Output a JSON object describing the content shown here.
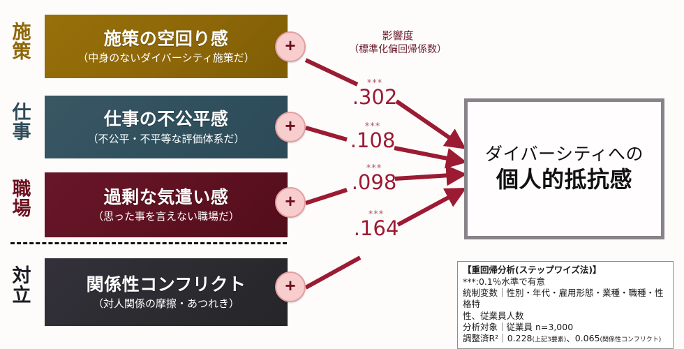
{
  "diagram": {
    "influence_header": {
      "title": "影響度",
      "subtitle": "（標準化偏回帰係数）"
    },
    "categories": [
      {
        "label": "施\n策",
        "color": "#8d6708"
      },
      {
        "label": "仕\n事",
        "color": "#2f4a58"
      },
      {
        "label": "職\n場",
        "color": "#6d1220"
      },
      {
        "label": "対\n立",
        "color": "#1c1c22"
      }
    ],
    "factors": [
      {
        "title": "施策の空回り感",
        "subtitle": "（中身のないダイバーシティ施策だ）",
        "color": "#8d6708",
        "node_sign": "+",
        "coefficient": ".302",
        "significance": "***"
      },
      {
        "title": "仕事の不公平感",
        "subtitle": "（不公平・不平等な評価体系だ）",
        "color": "#30505e",
        "node_sign": "+",
        "coefficient": ".108",
        "significance": "***"
      },
      {
        "title": "過剰な気遣い感",
        "subtitle": "（思った事を言えない職場だ）",
        "color": "#5e1120",
        "node_sign": "+",
        "coefficient": ".098",
        "significance": "***"
      },
      {
        "title": "関係性コンフリクト",
        "subtitle": "（対人関係の摩擦・あつれき）",
        "color": "#2a2a30",
        "node_sign": "+",
        "coefficient": ".164",
        "significance": "***"
      }
    ],
    "outcome": {
      "line1": "ダイバーシティへの",
      "line2": "個人的抵抗感"
    },
    "footnote": {
      "title": "【重回帰分析(ステップワイズ法)】",
      "line1": "***:0.1％水準で有意",
      "line2": "統制変数｜性別・年代・雇用形態・業種・職種・性格特",
      "line3": "性、従業員人数",
      "line4": "分析対象｜従業員 n=3,000",
      "line5_main": "調整済R²｜0.228",
      "line5_note1": "(上記3要素)",
      "line5_mid": "、0.065",
      "line5_note2": "(関係性コンフリクト)"
    },
    "colors": {
      "arrow": "#9b1b33",
      "node_fill": "#f7cdcd",
      "node_border": "#e39d9f",
      "outcome_border": "#878389",
      "divider": "#111111"
    }
  }
}
